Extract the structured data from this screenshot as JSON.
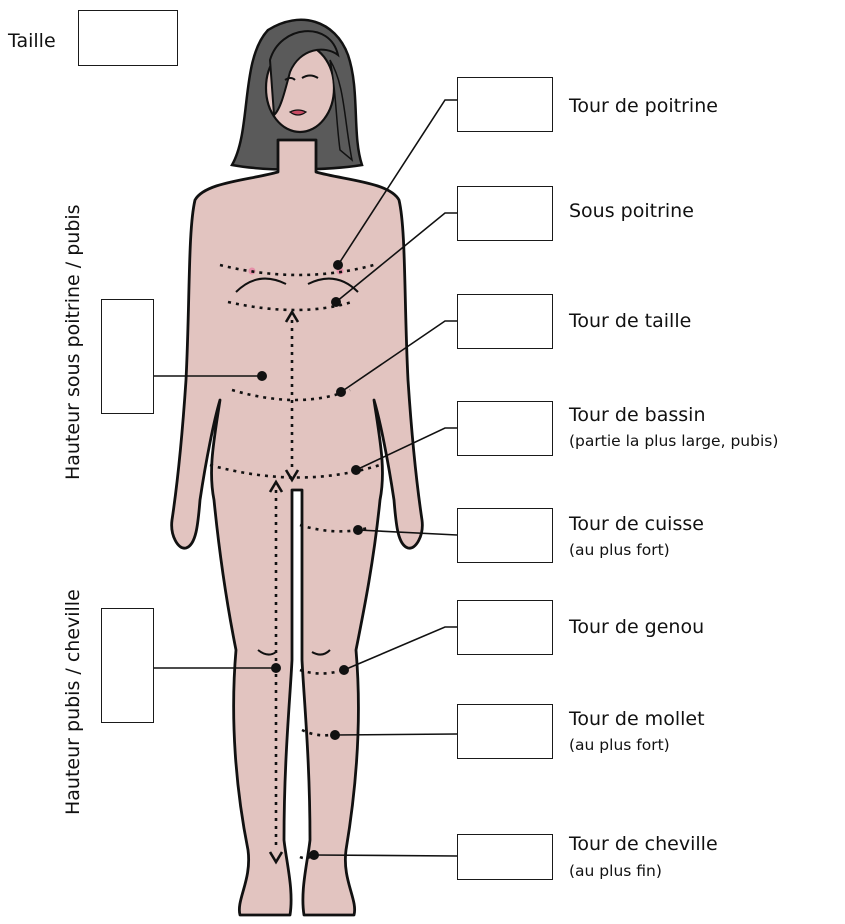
{
  "labels": {
    "taille": "Taille",
    "tour_poitrine": "Tour de poitrine",
    "sous_poitrine": "Sous poitrine",
    "tour_taille": "Tour de taille",
    "tour_bassin": "Tour de bassin",
    "tour_bassin_note": "(partie la plus large, pubis)",
    "tour_cuisse": "Tour de cuisse",
    "tour_cuisse_note": "(au plus fort)",
    "tour_genou": "Tour de genou",
    "tour_mollet": "Tour de mollet",
    "tour_mollet_note": "(au plus fort)",
    "tour_cheville": "Tour de cheville",
    "tour_cheville_note": "(au plus fin)",
    "hauteur_sous_poitrine_pubis": "Hauteur sous poitrine / pubis",
    "hauteur_pubis_cheville": "Hauteur pubis / cheville"
  },
  "colors": {
    "skin": "#e2c4c0",
    "hair": "#5a5a5a",
    "outline": "#111111",
    "nipple": "#e58fa8"
  }
}
